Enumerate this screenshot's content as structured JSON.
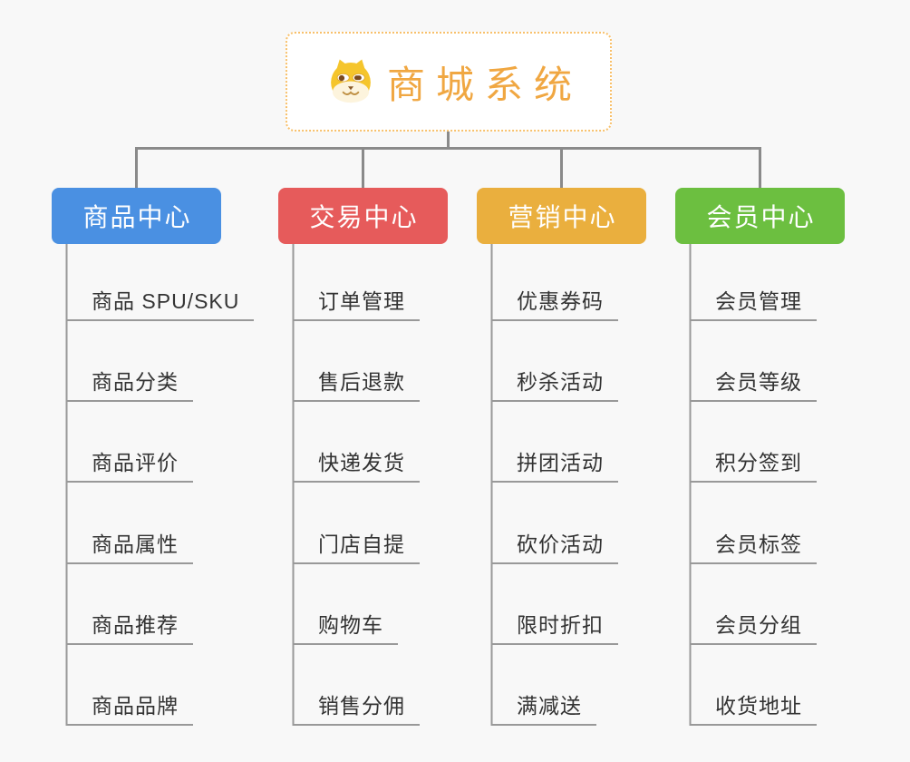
{
  "app": {
    "type": "mind-map",
    "background": "#f8f8f8"
  },
  "root": {
    "title": "商城系统",
    "icon": "dog-face-icon",
    "text_color": "#f0a742",
    "border_color": "#f8c06a"
  },
  "branches": [
    {
      "id": "product-center",
      "label": "商品中心",
      "color": "#4a90e2",
      "items": [
        "商品 SPU/SKU",
        "商品分类",
        "商品评价",
        "商品属性",
        "商品推荐",
        "商品品牌"
      ]
    },
    {
      "id": "trade-center",
      "label": "交易中心",
      "color": "#e65b5b",
      "items": [
        "订单管理",
        "售后退款",
        "快递发货",
        "门店自提",
        "购物车",
        "销售分佣"
      ]
    },
    {
      "id": "marketing-center",
      "label": "营销中心",
      "color": "#eaaf3e",
      "items": [
        "优惠券码",
        "秒杀活动",
        "拼团活动",
        "砍价活动",
        "限时折扣",
        "满减送"
      ]
    },
    {
      "id": "member-center",
      "label": "会员中心",
      "color": "#6cbf40",
      "items": [
        "会员管理",
        "会员等级",
        "积分签到",
        "会员标签",
        "会员分组",
        "收货地址"
      ]
    }
  ],
  "connectors": {
    "harness_color": "#8a8a8a",
    "leaf_line_color": "#999999",
    "leaf_text_color": "#333333"
  }
}
